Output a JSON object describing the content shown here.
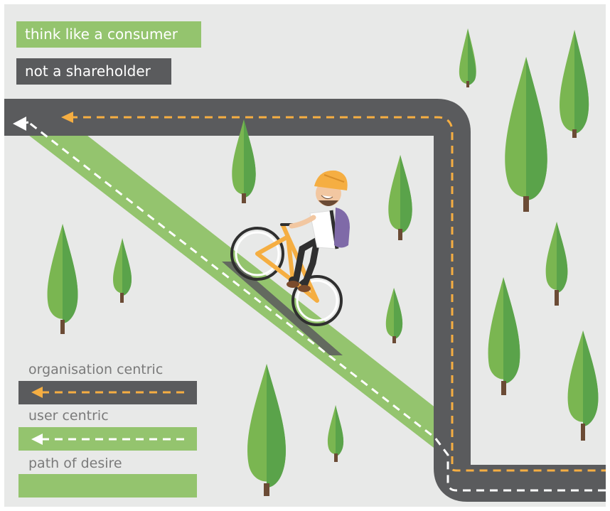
{
  "colors": {
    "background": "#e8e9e8",
    "road": "#5a5b5d",
    "path": "#94c46e",
    "tree_light": "#7ab651",
    "tree_dark": "#5aa34a",
    "trunk": "#6b4b35",
    "organisation_arrow": "#f5ae42",
    "user_arrow": "#ffffff"
  },
  "tags": {
    "primary": "think like a consumer",
    "secondary": "not a shareholder"
  },
  "legend": {
    "organisation": "organisation centric",
    "user": "user centric",
    "desire": "path of desire"
  },
  "illustration": {
    "figure": "cyclist riding a yellow bicycle down the path of desire",
    "icons": [
      "helmet",
      "backpack",
      "bicycle",
      "pine-tree"
    ]
  }
}
